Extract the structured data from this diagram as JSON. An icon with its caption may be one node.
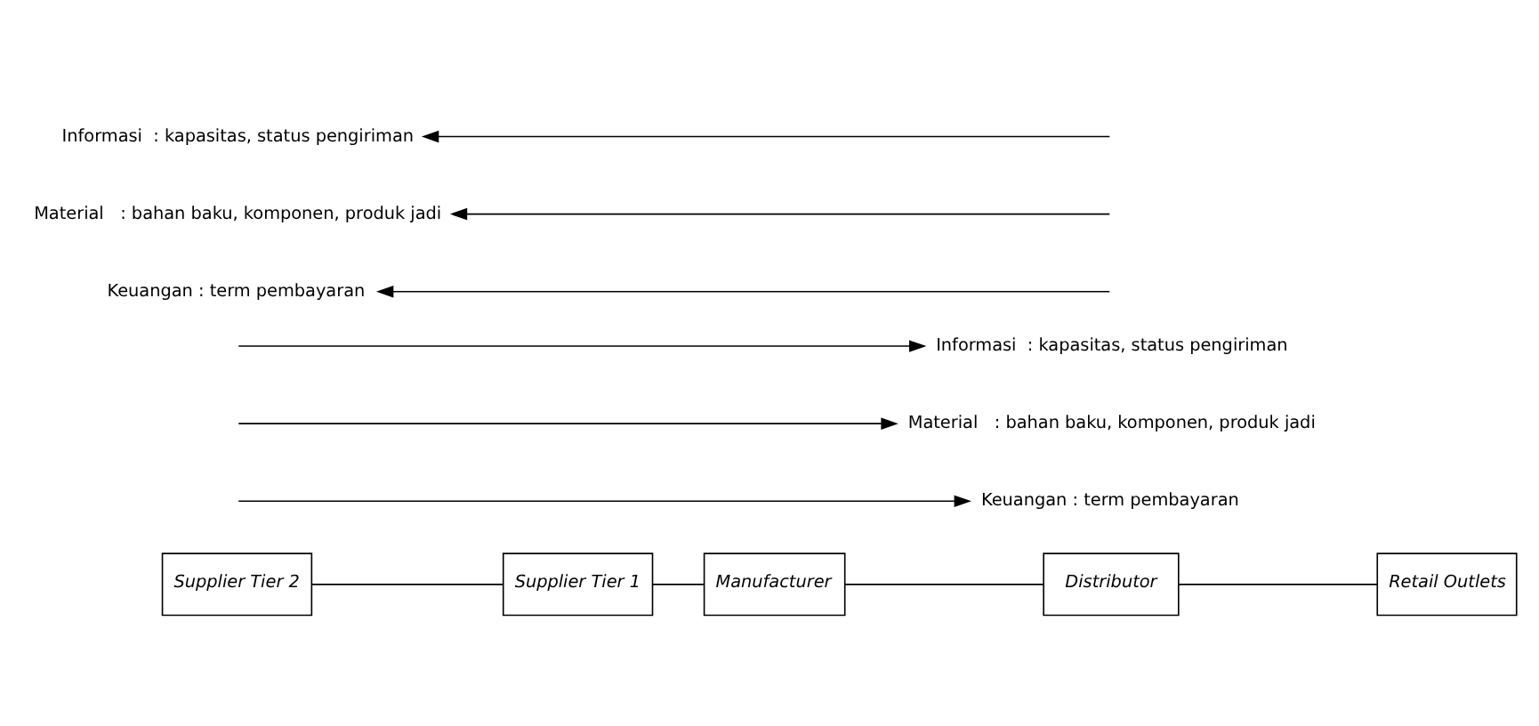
{
  "diagram": {
    "nodes": [
      {
        "text": [
          "Supplier Tier 2"
        ]
      },
      {
        "text": [
          "Supplier Tier 1"
        ]
      },
      {
        "text": [
          "Manufacturer"
        ]
      },
      {
        "text": [
          "Distributor"
        ]
      },
      {
        "text": [
          "Retail Outlets"
        ]
      },
      {
        "text": [
          "Keuangan : term pembayaran"
        ]
      },
      {
        "text": [
          "Material   : bahan baku, komponen, produk jadi"
        ]
      },
      {
        "text": [
          "Informasi  : kapasitas, status pengiriman"
        ]
      },
      {
        "text": [
          "Keuangan : term pembayaran"
        ]
      },
      {
        "text": [
          "Material   : bahan baku, komponen, produk jadi"
        ]
      },
      {
        "text": [
          "Informasi  : kapasitas, status pengiriman"
        ]
      }
    ],
    "edges": [
      {
        "from": 0,
        "to": 1,
        "arrow": "none"
      },
      {
        "from": 1,
        "to": 2,
        "arrow": "none"
      },
      {
        "from": 2,
        "to": 3,
        "arrow": "none"
      },
      {
        "from": 3,
        "to": 4,
        "arrow": "none"
      },
      {
        "from": null,
        "to": 5,
        "arrow": "to"
      },
      {
        "from": null,
        "to": 6,
        "arrow": "to"
      },
      {
        "from": null,
        "to": 7,
        "arrow": "to"
      },
      {
        "from": null,
        "to": 8,
        "arrow": "to"
      },
      {
        "from": null,
        "to": 9,
        "arrow": "to"
      },
      {
        "from": null,
        "to": 10,
        "arrow": "to"
      }
    ]
  }
}
